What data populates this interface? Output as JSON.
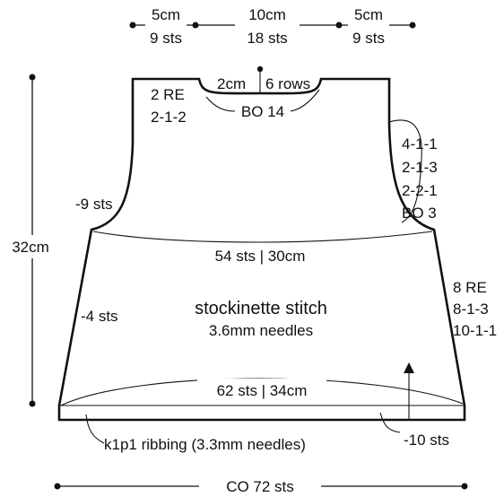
{
  "top_measure": {
    "left_cm": "5cm",
    "left_sts": "9 sts",
    "middle_cm": "10cm",
    "middle_sts": "18 sts",
    "right_cm": "5cm",
    "right_sts": "9 sts"
  },
  "neck": {
    "depth": "2cm",
    "rows": "6 rows",
    "bind_off": "BO 14",
    "left_repeat": "2 RE",
    "left_sequence": "2-1-2"
  },
  "armhole_right": [
    "4-1-1",
    "2-1-3",
    "2-2-1",
    "BO 3"
  ],
  "armhole_left_decrease": "-9 sts",
  "height": "32cm",
  "chest_width": "54 sts | 30cm",
  "stitch_pattern": "stockinette stitch",
  "needles": "3.6mm needles",
  "side_left_decrease": "-4 sts",
  "side_right": [
    "8 RE",
    "8-1-3",
    "10-1-1"
  ],
  "hem_width": "62 sts | 34cm",
  "ribbing_decrease": "-10 sts",
  "ribbing_label": "k1p1 ribbing (3.3mm needles)",
  "cast_on": "CO 72 sts",
  "colors": {
    "ink": "#111111",
    "background": "#ffffff"
  }
}
